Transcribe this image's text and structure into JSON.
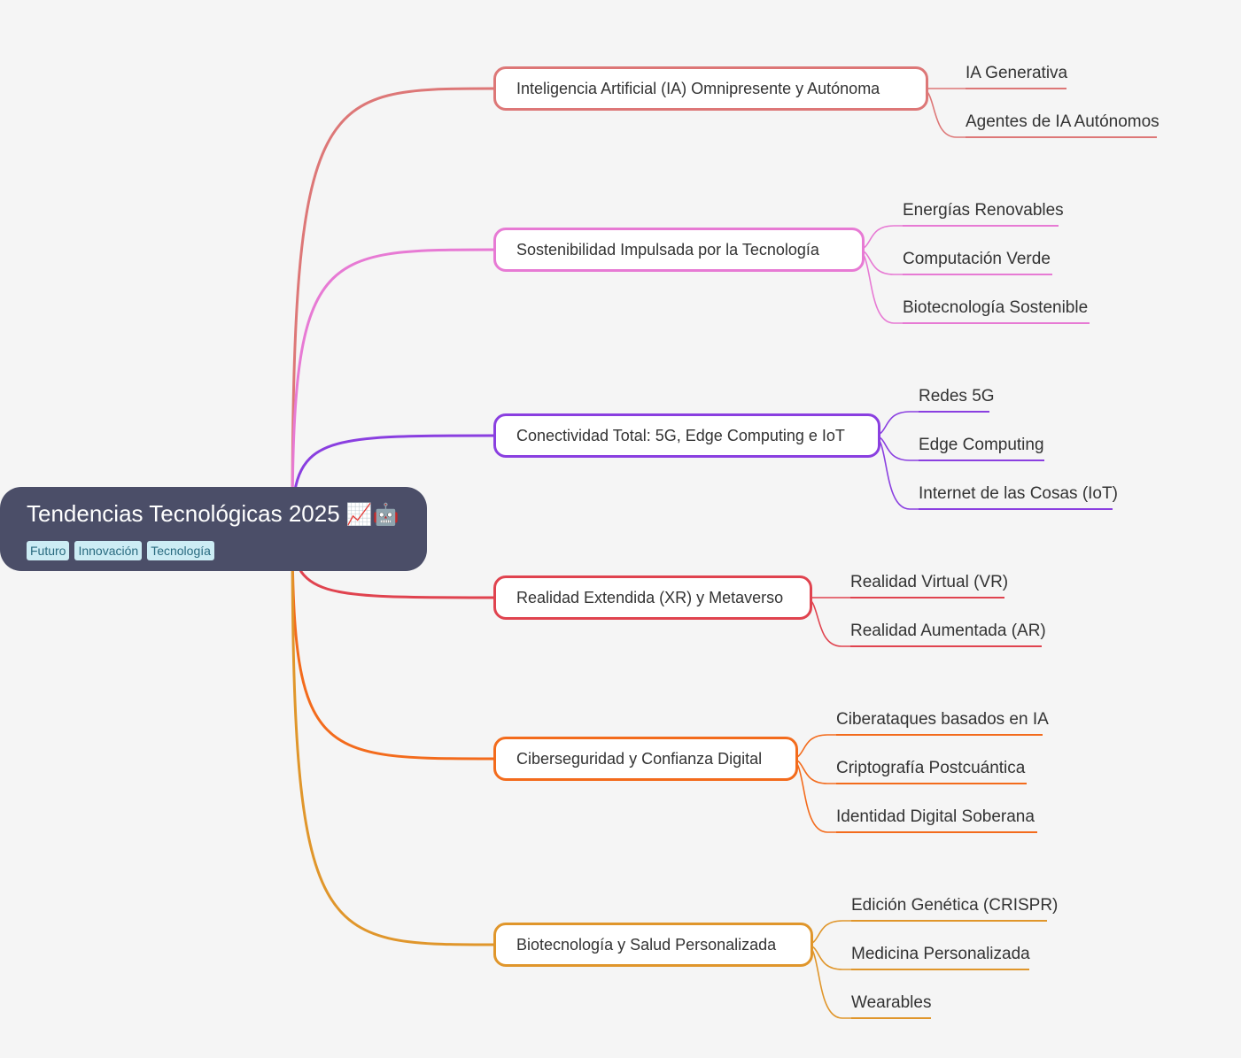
{
  "root": {
    "title": "Tendencias Tecnológicas 2025",
    "emoji": "📈🤖",
    "tags": [
      "Futuro",
      "Innovación",
      "Tecnología"
    ]
  },
  "branches": [
    {
      "label": "Inteligencia Artificial (IA) Omnipresente y Autónoma",
      "color": "#dd7777",
      "children": [
        "IA Generativa",
        "Agentes de IA Autónomos"
      ]
    },
    {
      "label": "Sostenibilidad Impulsada por la Tecnología",
      "color": "#e77ad4",
      "children": [
        "Energías Renovables",
        "Computación Verde",
        "Biotecnología Sostenible"
      ]
    },
    {
      "label": "Conectividad Total: 5G, Edge Computing e IoT",
      "color": "#8a3fe0",
      "children": [
        "Redes 5G",
        "Edge Computing",
        "Internet de las Cosas (IoT)"
      ]
    },
    {
      "label": "Realidad Extendida (XR) y Metaverso",
      "color": "#e0434f",
      "children": [
        "Realidad Virtual (VR)",
        "Realidad Aumentada (AR)"
      ]
    },
    {
      "label": "Ciberseguridad y Confianza Digital",
      "color": "#f36b1c",
      "children": [
        "Ciberataques basados en IA",
        "Criptografía Postcuántica",
        "Identidad Digital Soberana"
      ]
    },
    {
      "label": "Biotecnología y Salud Personalizada",
      "color": "#e0962b",
      "children": [
        "Edición Genética (CRISPR)",
        "Medicina Personalizada",
        "Wearables"
      ]
    }
  ]
}
